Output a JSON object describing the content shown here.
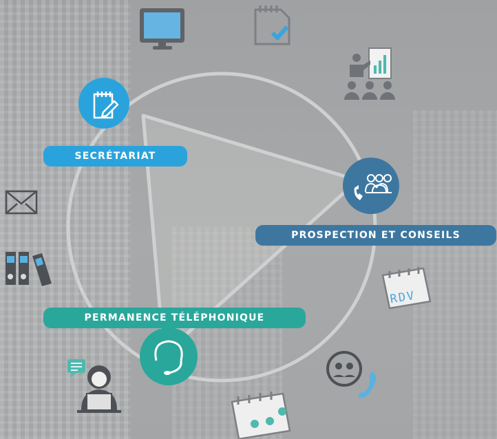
{
  "nodes": [
    {
      "label": "SECRÉTARIAT",
      "icon": "notepad-pen-icon",
      "color": "#2aa3dc"
    },
    {
      "label": "PROSPECTION  ET CONSEILS",
      "icon": "phone-group-icon",
      "color": "#3d77a0"
    },
    {
      "label": "PERMANENCE TÉLÉPHONIQUE",
      "icon": "headset-icon",
      "color": "#2aa79b"
    }
  ],
  "decor_icons": {
    "rdv_calendar_text": "RDV"
  },
  "colors": {
    "ring": "#d2d2d2",
    "icon_gray": "#7c7f83",
    "icon_blue": "#65b4e0",
    "icon_teal": "#4fb9ae"
  }
}
